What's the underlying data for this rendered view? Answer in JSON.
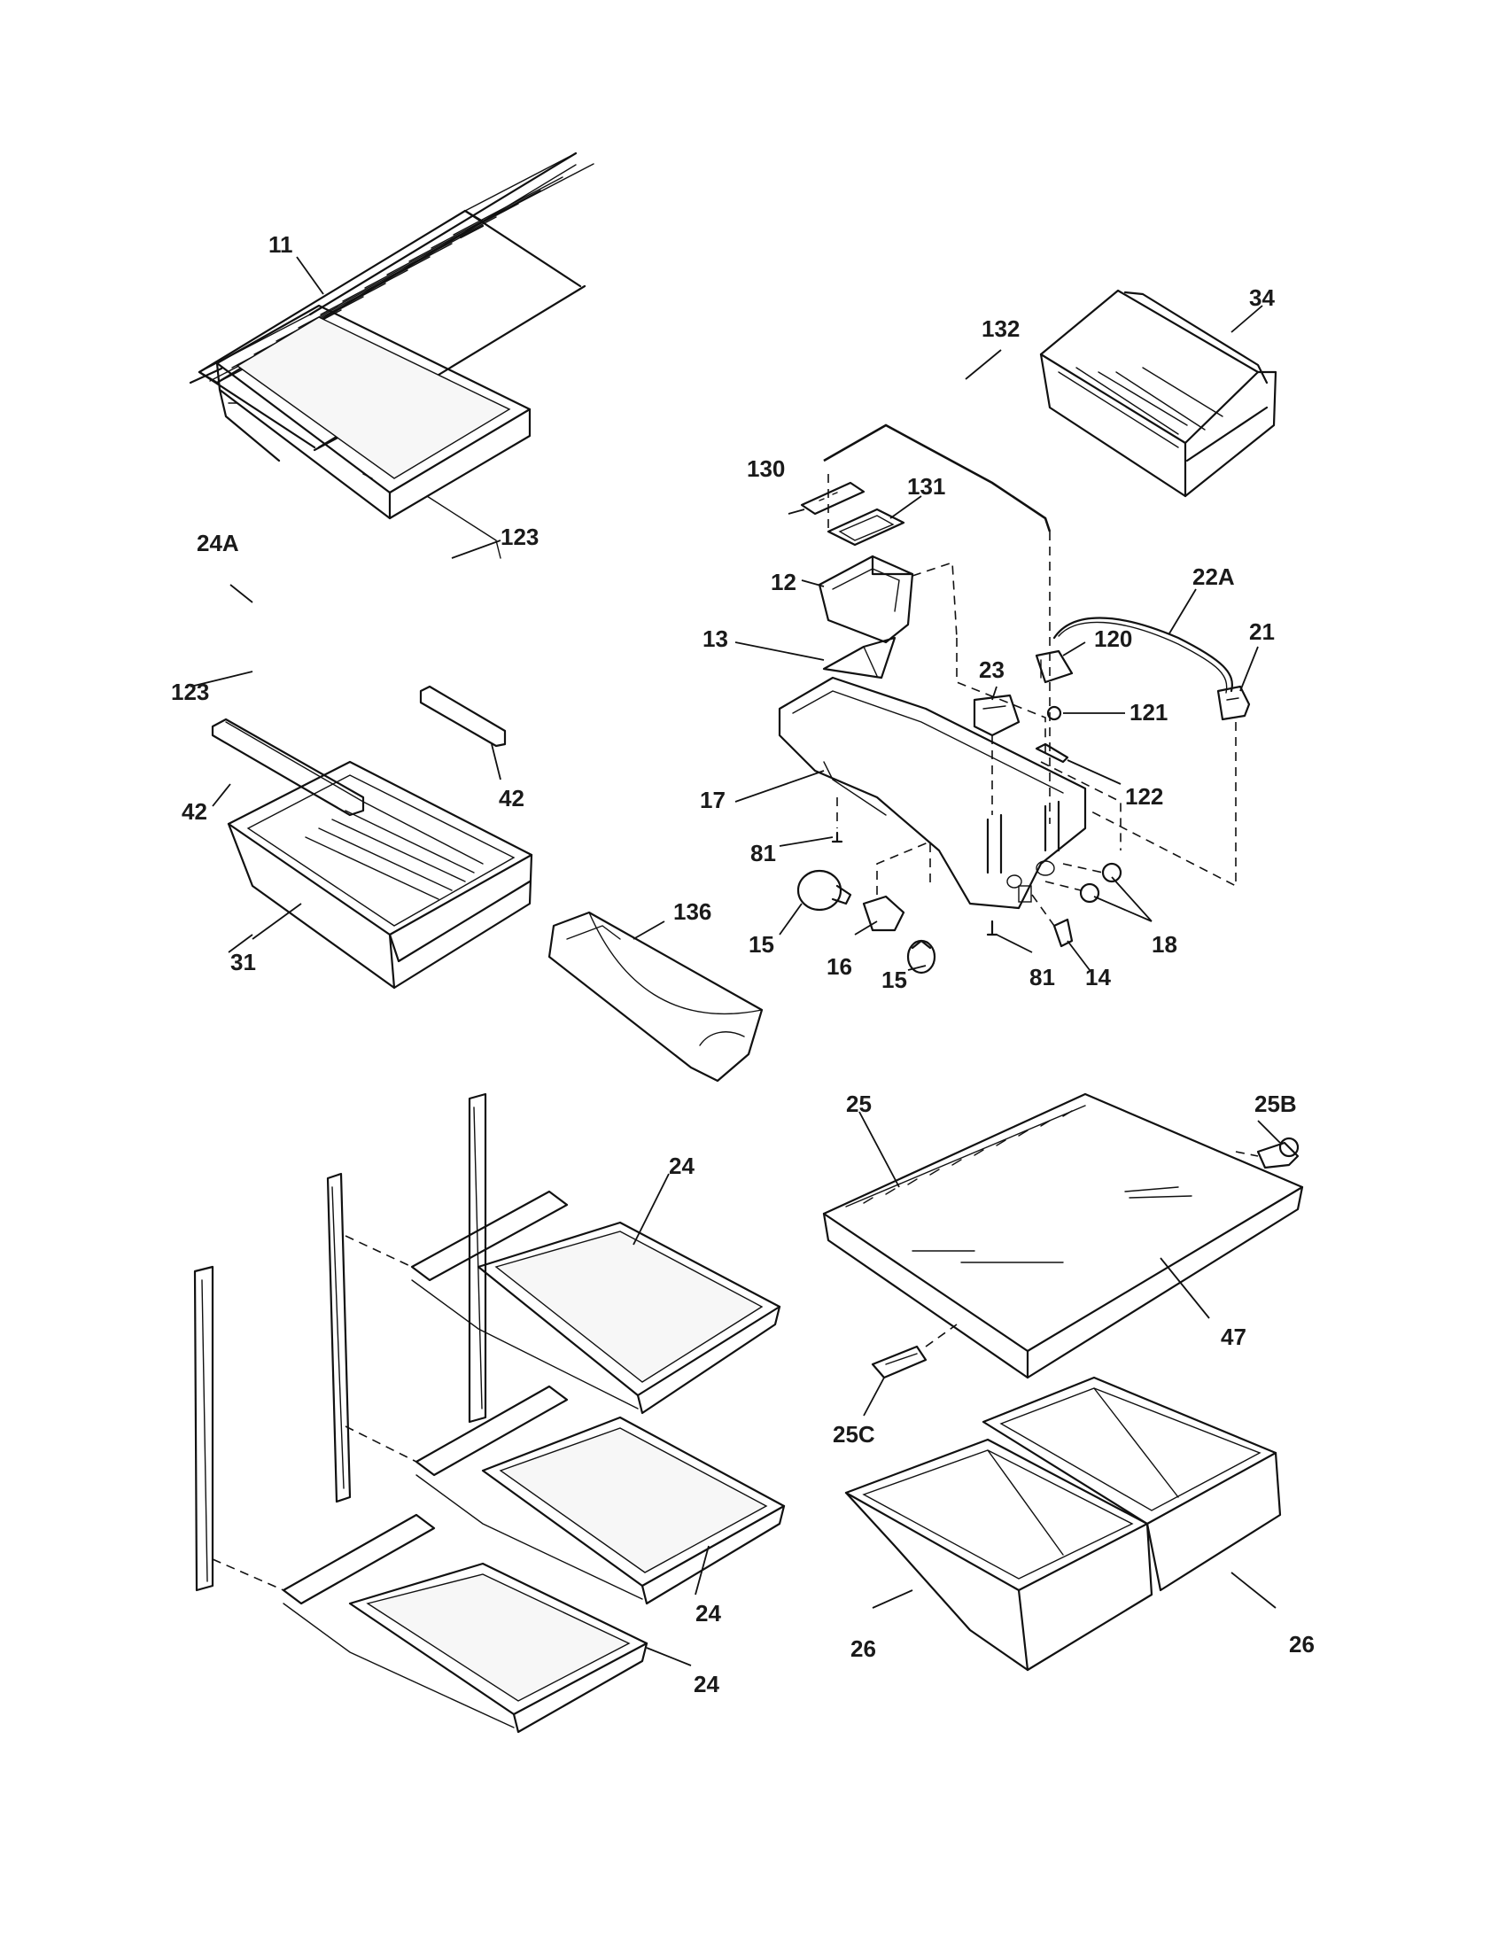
{
  "callouts": {
    "c11": "11",
    "c34": "34",
    "c132": "132",
    "c130": "130",
    "c131": "131",
    "c24A": "24A",
    "c123a": "123",
    "c123b": "123",
    "c12": "12",
    "c22A": "22A",
    "c13": "13",
    "c120": "120",
    "c21": "21",
    "c23": "23",
    "c121": "121",
    "c42a": "42",
    "c42b": "42",
    "c17": "17",
    "c122": "122",
    "c81a": "81",
    "c81b": "81",
    "c136": "136",
    "c15a": "15",
    "c15b": "15",
    "c16": "16",
    "c18": "18",
    "c14": "14",
    "c31": "31",
    "c25": "25",
    "c25B": "25B",
    "c24a": "24",
    "c24b": "24",
    "c24c": "24",
    "c47": "47",
    "c25C": "25C",
    "c26a": "26",
    "c26b": "26"
  }
}
